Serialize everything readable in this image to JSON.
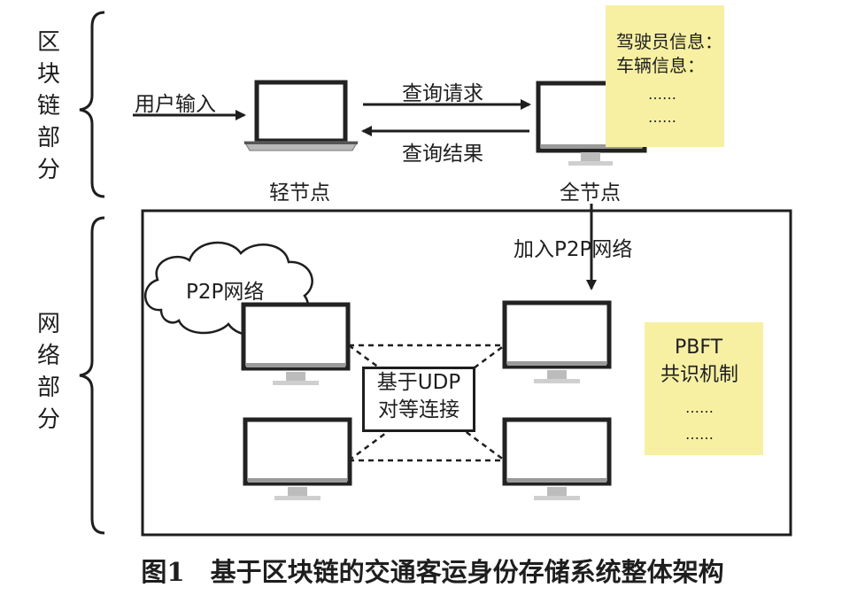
{
  "sections": {
    "blockchain": "区块链部分",
    "network": "网络部分"
  },
  "top": {
    "user_input": "用户输入",
    "query_request": "查询请求",
    "query_result": "查询结果",
    "light_node": "轻节点",
    "full_node": "全节点",
    "note_lines": [
      "驾驶员信息：",
      "车辆信息：",
      "……",
      "……"
    ]
  },
  "bottom": {
    "join_p2p": "加入P2P网络",
    "cloud": "P2P网络",
    "udp_lines": [
      "基于UDP",
      "对等连接"
    ],
    "pbft_lines": [
      "PBFT",
      "共识机制",
      "……",
      "……"
    ]
  },
  "caption": "图1　基于区块链的交通客运身份存储系统整体架构"
}
